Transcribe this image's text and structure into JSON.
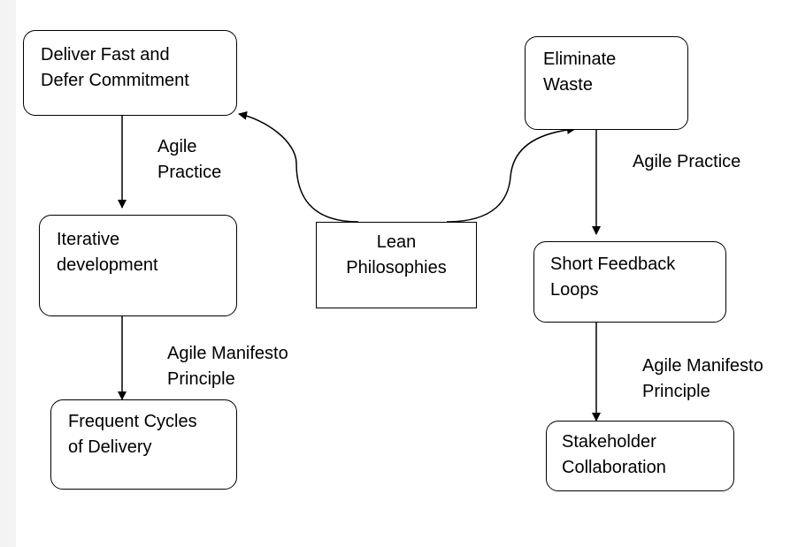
{
  "nodes": {
    "deliver_fast": "Deliver Fast and\nDefer Commitment",
    "eliminate_waste": "Eliminate\nWaste",
    "iterative": "Iterative\ndevelopment",
    "lean": "Lean\nPhilosophies",
    "short_feedback": "Short Feedback\nLoops",
    "frequent_cycles": "Frequent Cycles\nof Delivery",
    "stakeholder": "Stakeholder\nCollaboration"
  },
  "edge_labels": {
    "left_practice": "Agile\nPractice",
    "right_practice": "Agile Practice",
    "left_manifesto": "Agile Manifesto\nPrinciple",
    "right_manifesto": "Agile Manifesto\nPrinciple"
  }
}
